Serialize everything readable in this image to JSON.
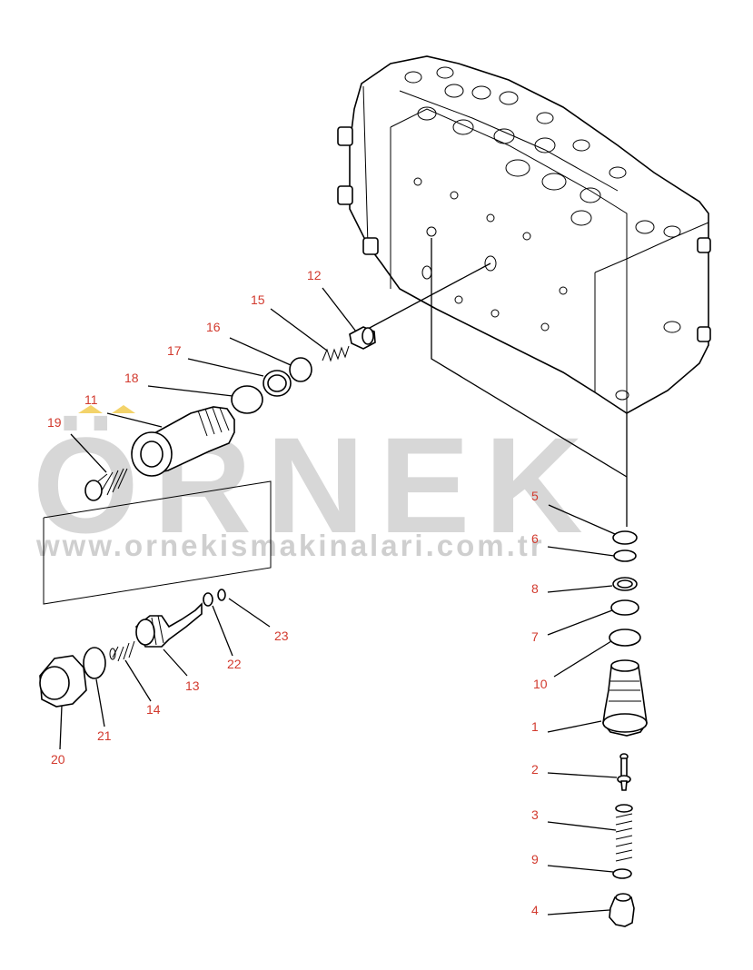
{
  "watermark": {
    "brand": "ÖRNEK",
    "url": "www.ornekismakinalari.com.tr",
    "brand_color": "#d7d7d7",
    "accent_color": "#f0c040"
  },
  "callouts": [
    {
      "id": "c12",
      "label": "12"
    },
    {
      "id": "c15",
      "label": "15"
    },
    {
      "id": "c16",
      "label": "16"
    },
    {
      "id": "c17",
      "label": "17"
    },
    {
      "id": "c18",
      "label": "18"
    },
    {
      "id": "c11",
      "label": "11"
    },
    {
      "id": "c19",
      "label": "19"
    },
    {
      "id": "c5",
      "label": "5"
    },
    {
      "id": "c6",
      "label": "6"
    },
    {
      "id": "c8",
      "label": "8"
    },
    {
      "id": "c7",
      "label": "7"
    },
    {
      "id": "c10",
      "label": "10"
    },
    {
      "id": "c1",
      "label": "1"
    },
    {
      "id": "c2",
      "label": "2"
    },
    {
      "id": "c3",
      "label": "3"
    },
    {
      "id": "c9",
      "label": "9"
    },
    {
      "id": "c4",
      "label": "4"
    },
    {
      "id": "c23",
      "label": "23"
    },
    {
      "id": "c22",
      "label": "22"
    },
    {
      "id": "c13",
      "label": "13"
    },
    {
      "id": "c14",
      "label": "14"
    },
    {
      "id": "c21",
      "label": "21"
    },
    {
      "id": "c20",
      "label": "20"
    }
  ],
  "colors": {
    "callout_text": "#d23a2e",
    "line": "#000000"
  }
}
